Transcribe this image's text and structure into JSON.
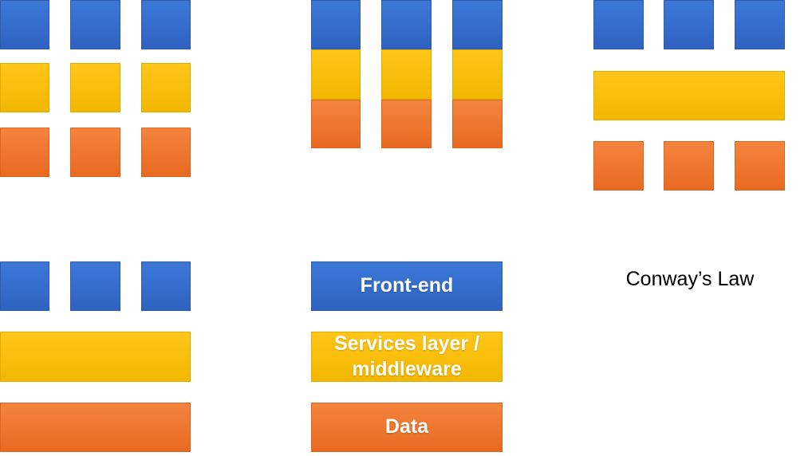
{
  "layered_diagram": {
    "front_end_label": "Front-end",
    "services_label": "Services layer / middleware",
    "data_label": "Data"
  },
  "caption": "Conway’s Law",
  "colors": {
    "front_end": "#3c78d8",
    "services": "#ffc61a",
    "data": "#f4843e"
  }
}
